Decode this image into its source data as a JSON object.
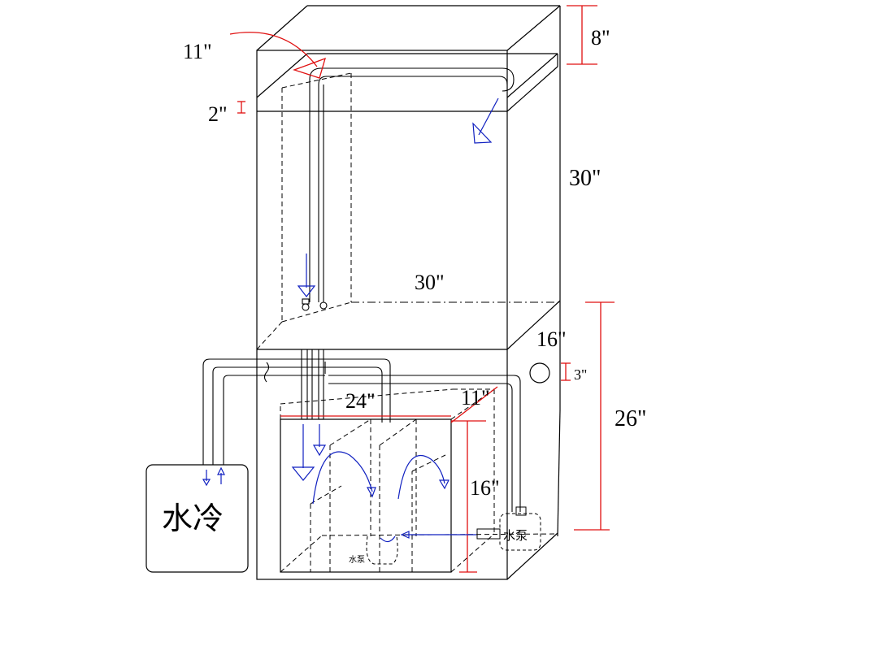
{
  "colors": {
    "frame": "#000000",
    "dimension": "#e01010",
    "flow": "#1020c0"
  },
  "labels": {
    "top_height": "8\"",
    "drain_width": "11\"",
    "overflow_gap": "2\"",
    "tank_height": "30\"",
    "tank_depth": "30\"",
    "cabinet_depth": "16\"",
    "pipe_offset": "3\"",
    "cabinet_height": "26\"",
    "sump_length": "24\"",
    "sump_width": "11\"",
    "sump_height": "16\"",
    "chiller": "水冷",
    "pump_side": "水泵",
    "pump_inner": "水泵"
  }
}
